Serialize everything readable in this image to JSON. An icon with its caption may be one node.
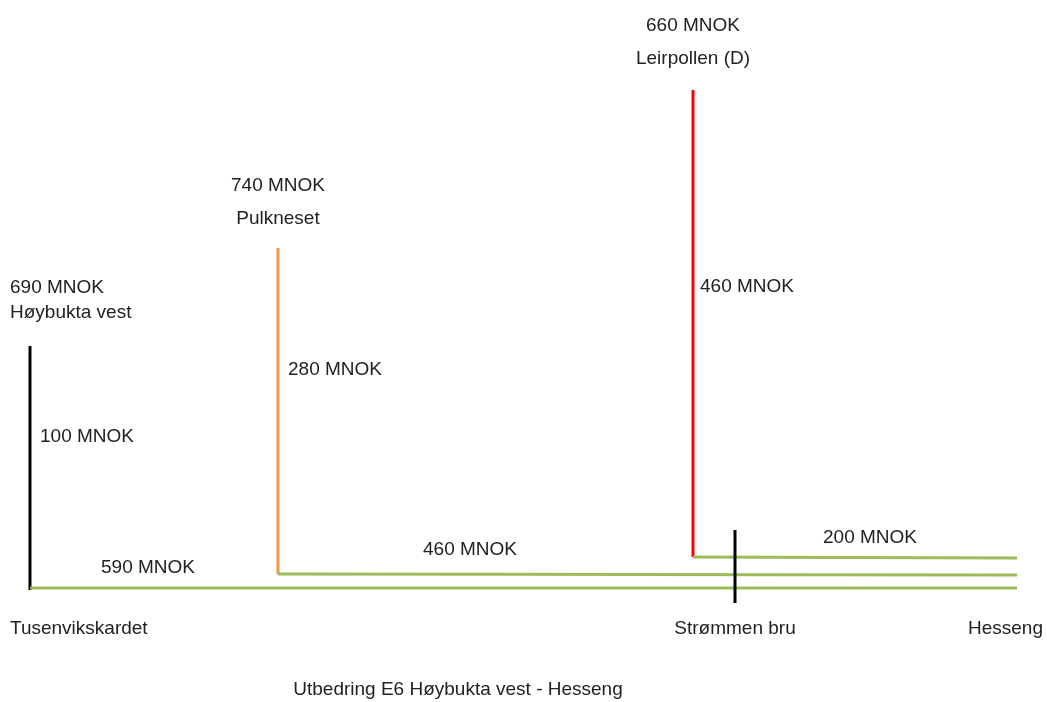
{
  "diagram": {
    "caption": "Utbedring E6 Høybukta vest - Hesseng",
    "nodes": [
      {
        "text": [
          "690 MNOK",
          "Høybukta vest"
        ]
      },
      {
        "text": [
          "740 MNOK",
          "Pulkneset"
        ]
      },
      {
        "text": [
          "660 MNOK",
          "Leirpollen (D)"
        ]
      },
      {
        "text": [
          "Tusenvikskardet"
        ]
      },
      {
        "text": [
          "Strømmen bru"
        ]
      },
      {
        "text": [
          "Hesseng"
        ]
      }
    ],
    "edges": [
      {
        "from": 0,
        "to": 3,
        "arrow": "none",
        "label": "100 MNOK",
        "color": "#000000"
      },
      {
        "from": 1,
        "to": null,
        "arrow": "none",
        "label": "280 MNOK",
        "color": "#f79646"
      },
      {
        "from": null,
        "to": 5,
        "arrow": "none",
        "label": "460 MNOK"
      },
      {
        "from": 2,
        "to": null,
        "arrow": "none",
        "label": "460 MNOK",
        "color": "#ff0000"
      },
      {
        "from": null,
        "to": 5,
        "arrow": "none",
        "label": "200 MNOK"
      },
      {
        "from": 3,
        "to": 5,
        "arrow": "none",
        "label": "590 MNOK"
      }
    ]
  }
}
